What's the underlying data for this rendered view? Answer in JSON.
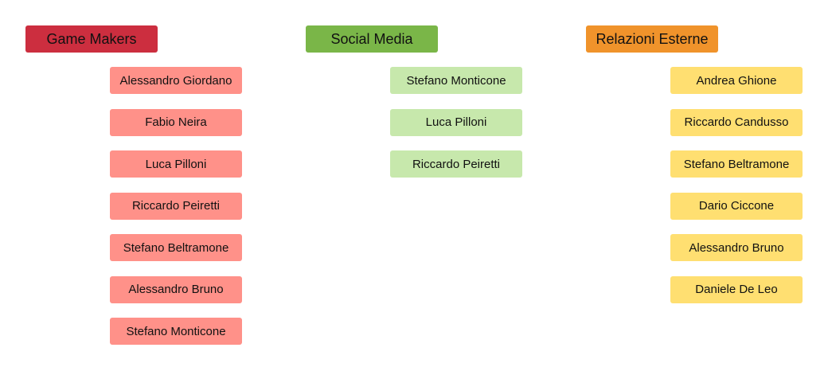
{
  "colors": {
    "game_makers_header": "#cc2e3f",
    "game_makers_item": "#ff9189",
    "social_media_header": "#7ab648",
    "social_media_item": "#c7e8ac",
    "relazioni_esterne_header": "#f0932b",
    "relazioni_esterne_item": "#ffdf71"
  },
  "columns": [
    {
      "title": "Game Makers",
      "members": [
        "Alessandro Giordano",
        "Fabio Neira",
        "Luca Pilloni",
        "Riccardo Peiretti",
        "Stefano Beltramone",
        "Alessandro Bruno",
        "Stefano Monticone"
      ]
    },
    {
      "title": "Social Media",
      "members": [
        "Stefano Monticone",
        "Luca Pilloni",
        "Riccardo Peiretti"
      ]
    },
    {
      "title": "Relazioni Esterne",
      "members": [
        "Andrea Ghione",
        "Riccardo Candusso",
        "Stefano Beltramone",
        "Dario Ciccone",
        "Alessandro Bruno",
        "Daniele De Leo"
      ]
    }
  ]
}
